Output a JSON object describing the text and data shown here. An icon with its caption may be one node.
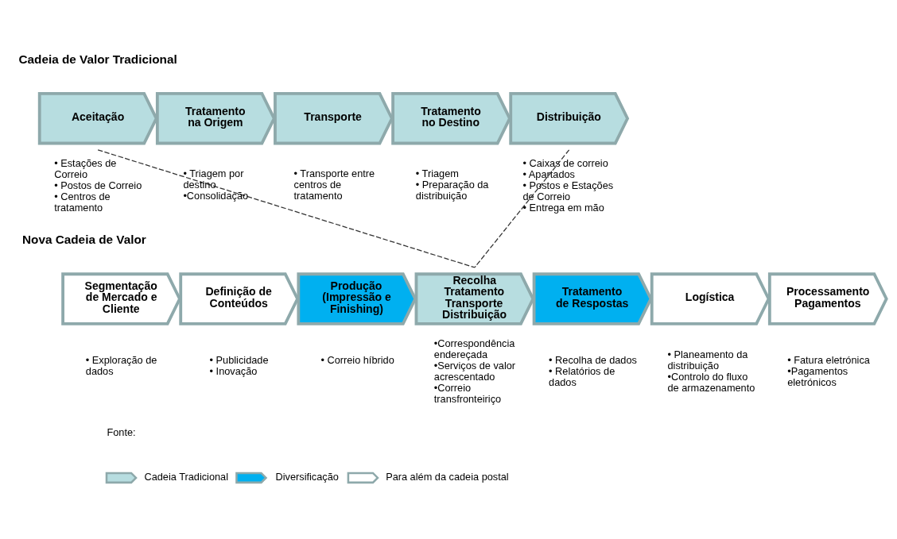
{
  "diagram": {
    "nodes": [
      {
        "text": [
          "Aceitação"
        ],
        "beside": [
          "• Estações de Correio",
          "• Postos de Correio",
          "• Centros de tratamento"
        ]
      },
      {
        "text": [
          "Tratamento na Origem"
        ],
        "beside": [
          "• Triagem por destino",
          "•Consolidação"
        ]
      },
      {
        "text": [
          "Transporte"
        ],
        "beside": [
          "• Transporte entre centros de tratamento"
        ]
      },
      {
        "text": [
          "Tratamento no Destino"
        ],
        "beside": [
          "• Triagem",
          "• Preparação da distribuição"
        ]
      },
      {
        "text": [
          "Distribuição"
        ],
        "beside": [
          "• Caixas de correio",
          "• Apartados",
          "• Postos e Estações de Correio",
          "• Entrega em mão"
        ]
      },
      {
        "text": [
          "Segmentação de Mercado e Cliente"
        ],
        "beside": [
          "• Exploração de dados"
        ]
      },
      {
        "text": [
          "Definição de Conteúdos"
        ],
        "beside": [
          "• Publicidade",
          "• Inovação"
        ]
      },
      {
        "text": [
          "Produção (Impressão e Finishing)"
        ],
        "beside": [
          "• Correio híbrido"
        ]
      },
      {
        "text": [
          "Recolha",
          "Tratamento",
          "Transporte",
          "Distribuição"
        ],
        "beside": [
          "•Correspondência endereçada",
          "•Serviços de valor acrescentado",
          "•Correio transfronteiriço"
        ]
      },
      {
        "text": [
          "Tratamento de Respostas"
        ],
        "beside": [
          "• Recolha de dados",
          "• Relatórios de dados"
        ]
      },
      {
        "text": [
          "Logística"
        ],
        "beside": [
          "• Planeamento da distribuição",
          "•Controlo do fluxo de armazenamento"
        ]
      },
      {
        "text": [
          "Processamento Pagamentos"
        ],
        "beside": [
          "• Fatura eletrónica",
          "•Pagamentos eletrónicos"
        ]
      }
    ],
    "edges": [
      {
        "from": 0,
        "to": 8,
        "arrow": "none",
        "style": "dashed"
      },
      {
        "from": 4,
        "to": 8,
        "arrow": "none",
        "style": "dashed"
      }
    ],
    "labels": [
      "Cadeia de Valor Tradicional",
      "Nova Cadeia de Valor",
      "Fonte:"
    ],
    "legend": [
      {
        "text": "Cadeia Tradicional",
        "color": "#b7dde0"
      },
      {
        "text": "Diversificação",
        "color": "#00b0f0"
      },
      {
        "text": "Para além da cadeia postal",
        "color": "#ffffff"
      }
    ]
  }
}
